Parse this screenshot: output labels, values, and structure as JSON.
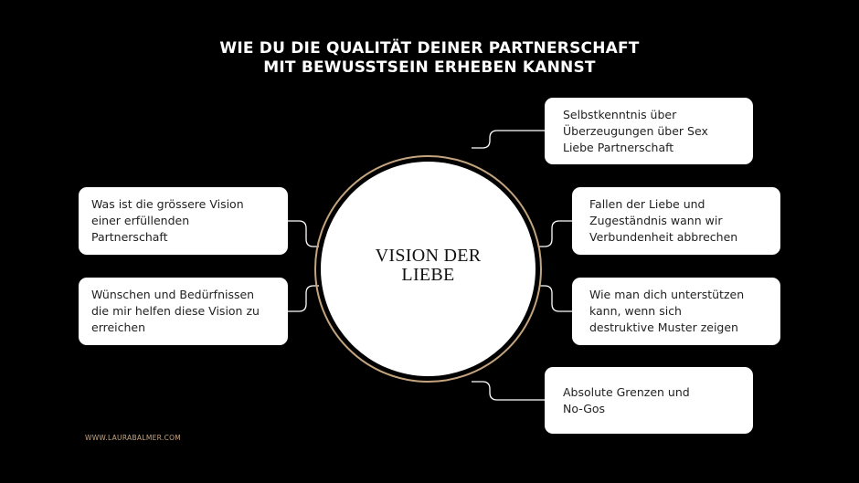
{
  "title": {
    "line1": "WIE DU DIE QUALITÄT DEINER PARTNERSCHAFT",
    "line2": "MIT BEWUSSTSEIN ERHEBEN KANNST"
  },
  "center": {
    "line1": "VISION DER",
    "line2": "LIEBE"
  },
  "right_boxes": [
    {
      "lines": [
        "Selbstkenntnis über",
        "Überzeugungen über Sex",
        "Liebe Partnerschaft"
      ]
    },
    {
      "lines": [
        "Fallen der Liebe und",
        "Zugeständnis wann wir",
        "Verbundenheit abbrechen"
      ]
    },
    {
      "lines": [
        "Wie man dich unterstützen",
        "kann, wenn sich",
        "destruktive Muster zeigen"
      ]
    },
    {
      "lines": [
        "Absolute Grenzen und",
        "No-Gos"
      ]
    }
  ],
  "left_boxes": [
    {
      "lines": [
        "Was ist die grössere Vision",
        "einer erfüllenden",
        "Partnerschaft"
      ]
    },
    {
      "lines": [
        "Wünschen und Bedürfnissen",
        "die mir helfen diese Vision zu",
        "erreichen"
      ]
    }
  ],
  "footer": "WWW.LAURABALMER.COM",
  "colors": {
    "background": "#000000",
    "accent": "#c4a47f",
    "box": "#ffffff",
    "text": "#222222"
  }
}
